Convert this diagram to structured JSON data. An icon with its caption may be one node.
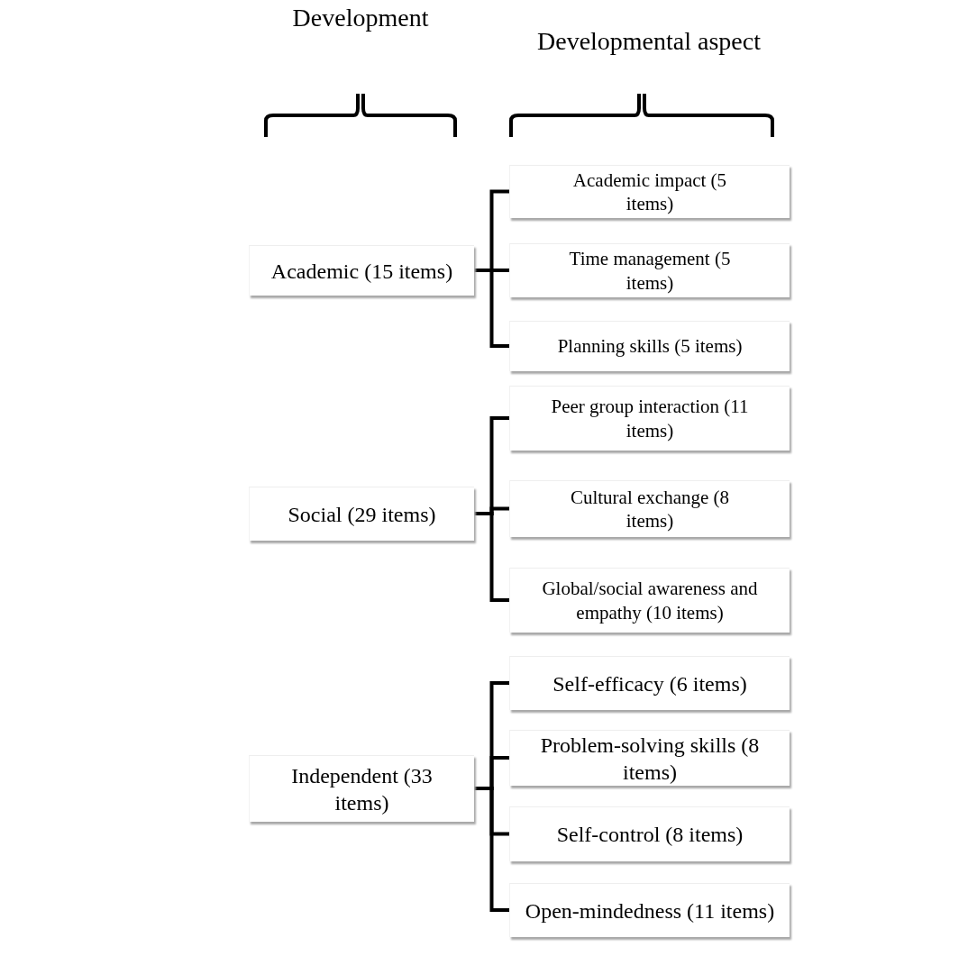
{
  "diagram": {
    "nodes": [
      {
        "text": [
          "Academic (15 items)"
        ]
      },
      {
        "text": [
          "Academic impact (5 items)"
        ]
      },
      {
        "text": [
          "Time management (5 items)"
        ]
      },
      {
        "text": [
          "Planning skills (5 items)"
        ]
      },
      {
        "text": [
          "Peer group interaction (11 items)"
        ]
      },
      {
        "text": [
          "Cultural exchange (8 items)"
        ]
      },
      {
        "text": [
          "Global/social awareness and empathy (10 items)"
        ]
      },
      {
        "text": [
          "Social (29 items)"
        ]
      },
      {
        "text": [
          "Self-efficacy (6 items)"
        ]
      },
      {
        "text": [
          "Problem-solving skills (8 items)"
        ]
      },
      {
        "text": [
          "Independent (33 items)"
        ]
      },
      {
        "text": [
          "Self-control (8 items)"
        ]
      },
      {
        "text": [
          "Open-mindedness (11 items)"
        ]
      }
    ],
    "edges": [
      {
        "from": 0,
        "to": 1,
        "arrow": "none"
      },
      {
        "from": 0,
        "to": 2,
        "arrow": "none"
      },
      {
        "from": 0,
        "to": 3,
        "arrow": "none"
      },
      {
        "from": 7,
        "to": 4,
        "arrow": "none"
      },
      {
        "from": 7,
        "to": 5,
        "arrow": "none"
      },
      {
        "from": 7,
        "to": 6,
        "arrow": "none"
      },
      {
        "from": 10,
        "to": 8,
        "arrow": "none"
      },
      {
        "from": 10,
        "to": 9,
        "arrow": "none"
      },
      {
        "from": 10,
        "to": 11,
        "arrow": "none"
      },
      {
        "from": 10,
        "to": 12,
        "arrow": "none"
      }
    ],
    "labels": [
      "Development",
      "Developmental aspect"
    ]
  }
}
